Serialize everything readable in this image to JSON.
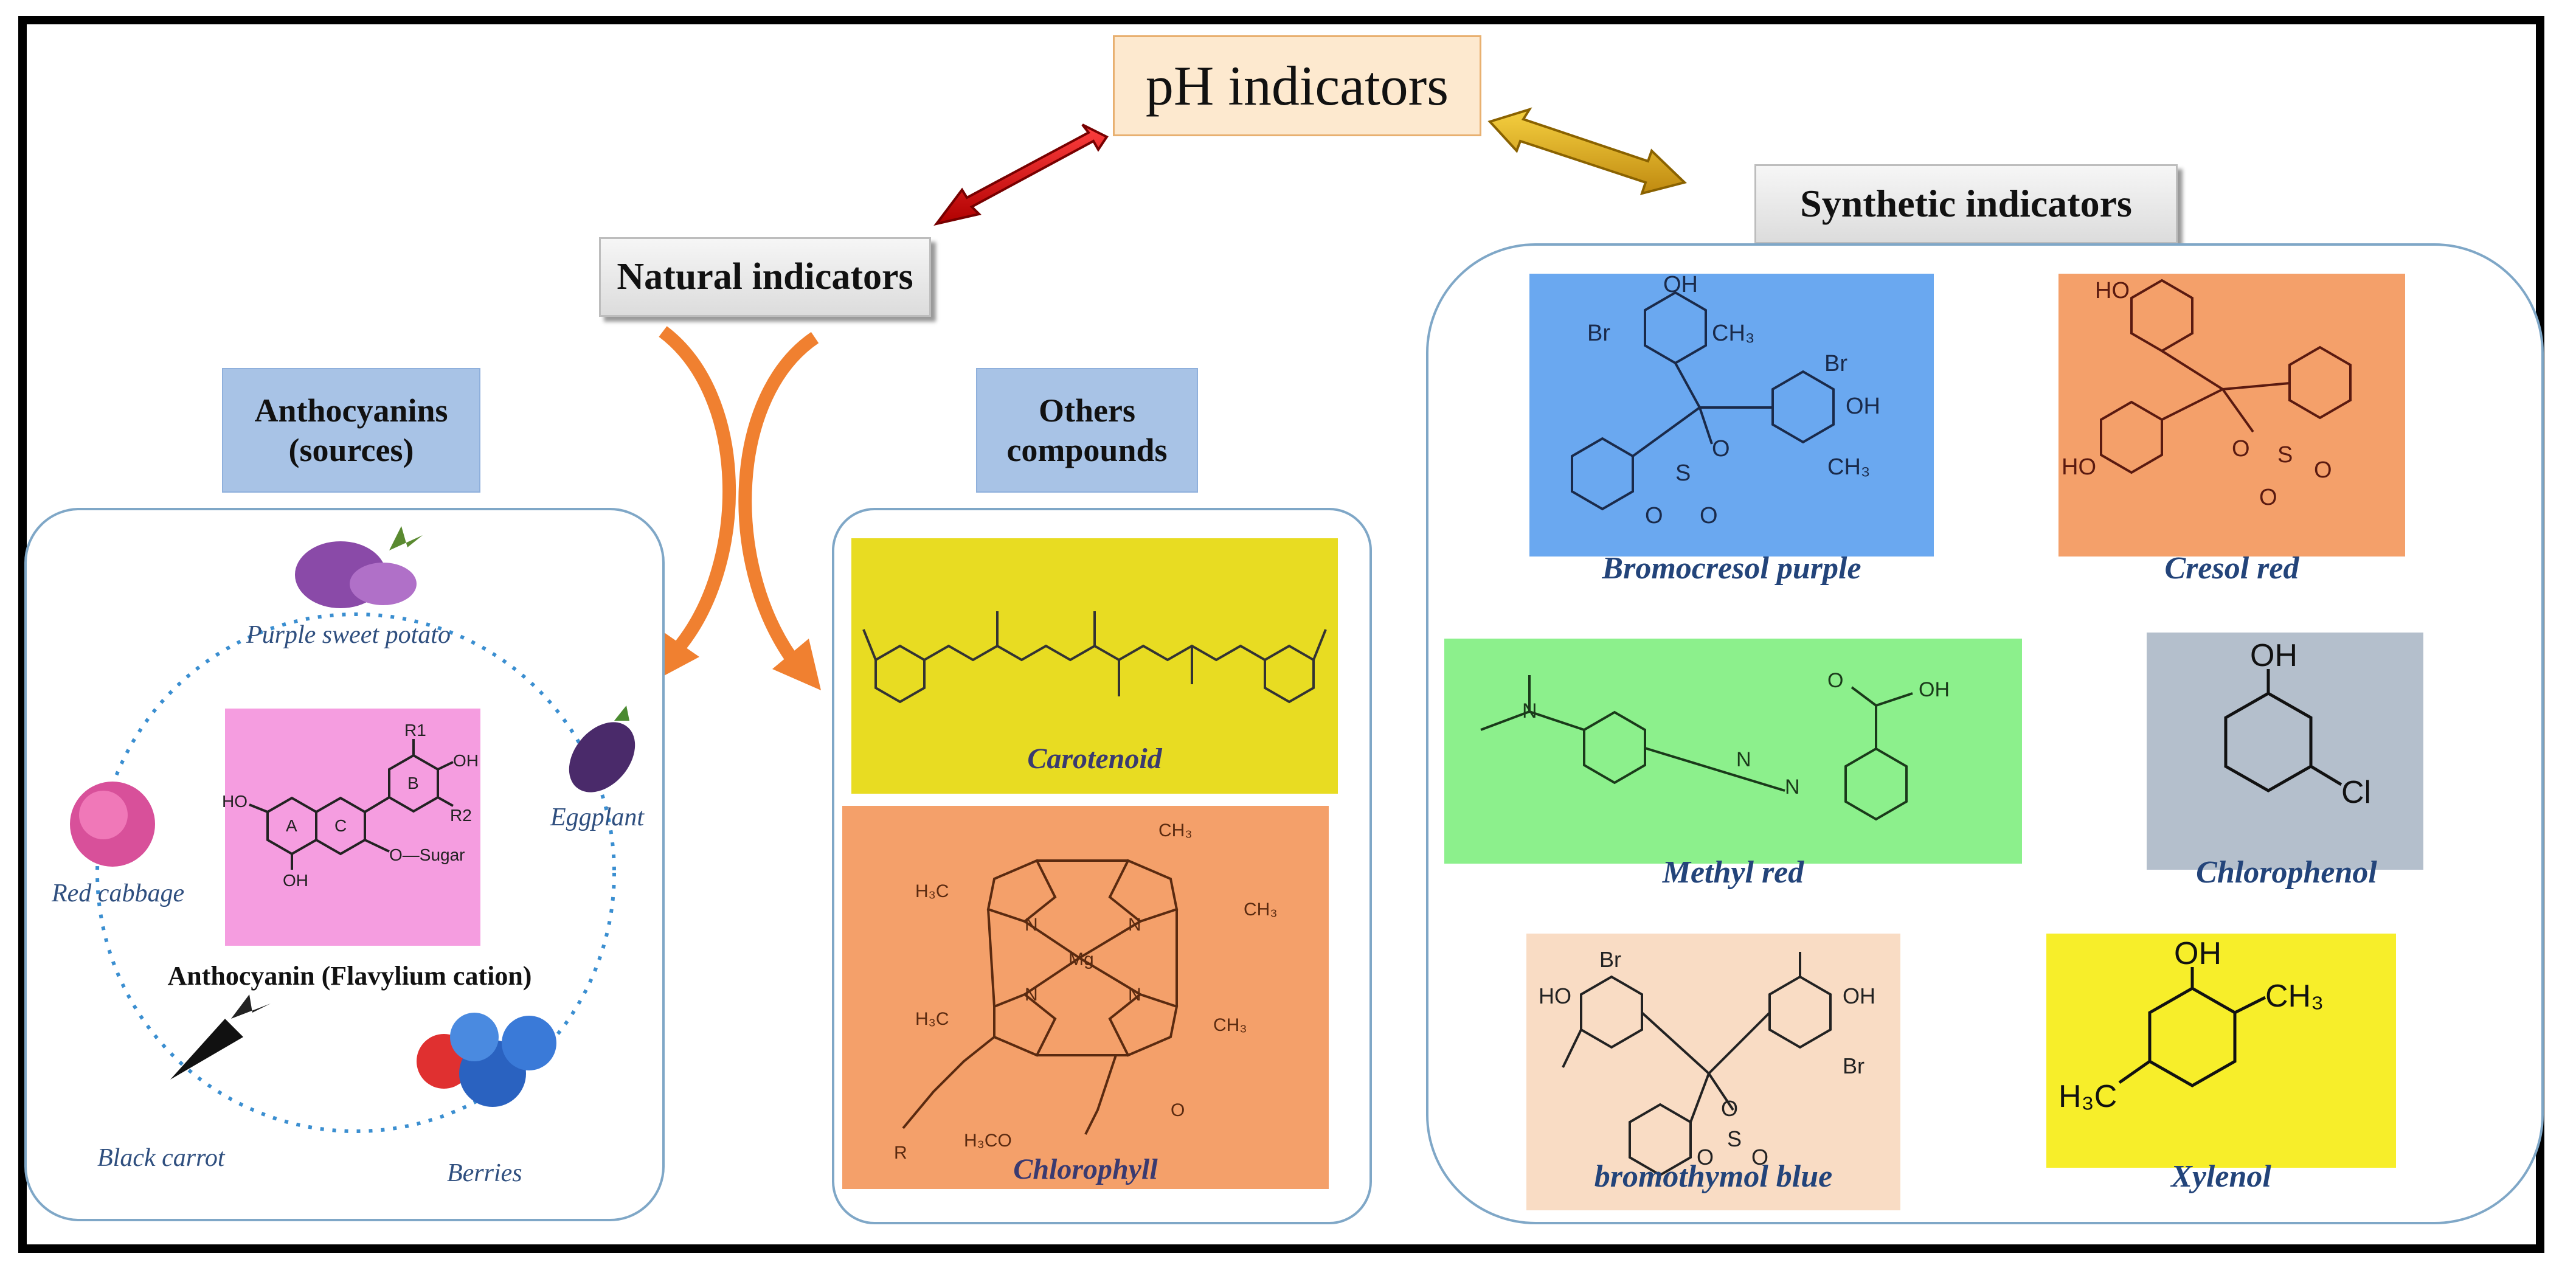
{
  "title": "pH indicators",
  "natural": {
    "label": "Natural indicators",
    "anthocyanins": {
      "label": "Anthocyanins (sources)",
      "molecule_caption": "Anthocyanin (Flavylium cation)",
      "ring_labels": [
        "A",
        "C",
        "B"
      ],
      "substituents": [
        "R1",
        "R2",
        "OH",
        "HO",
        "OH",
        "O—Sugar"
      ],
      "sources": [
        "Purple sweet potato",
        "Eggplant",
        "Berries",
        "Black carrot",
        "Red cabbage"
      ]
    },
    "others": {
      "label": "Others compounds",
      "compounds": [
        "Carotenoid",
        "Chlorophyll"
      ],
      "chlorophyll_atoms": [
        "Mg",
        "N",
        "N",
        "N",
        "N",
        "H₃C",
        "CH₃",
        "CH₃",
        "H₃C",
        "CH₃",
        "H₃CO",
        "O",
        "R"
      ]
    }
  },
  "synthetic": {
    "label": "Synthetic indicators",
    "indicators": [
      {
        "name": "Bromocresol purple",
        "color": "#6aa8f0",
        "atoms": [
          "OH",
          "Br",
          "CH₃",
          "Br",
          "OH",
          "CH₃",
          "O",
          "S",
          "O",
          "O"
        ]
      },
      {
        "name": "Cresol red",
        "color": "#f4a06a",
        "atoms": [
          "HO",
          "HO",
          "O",
          "S",
          "O",
          "O"
        ]
      },
      {
        "name": "Methyl red",
        "color": "#8cf08c",
        "atoms": [
          "N",
          "N",
          "N",
          "O",
          "OH"
        ]
      },
      {
        "name": "Chlorophenol",
        "color": "#b4bfcc",
        "atoms": [
          "OH",
          "Cl"
        ]
      },
      {
        "name": "bromothymol blue",
        "color": "#f9dcc4",
        "atoms": [
          "Br",
          "HO",
          "OH",
          "Br",
          "O",
          "S",
          "O",
          "O"
        ]
      },
      {
        "name": "Xylenol",
        "color": "#f7ee2a",
        "atoms": [
          "OH",
          "CH₃",
          "H₃C"
        ]
      }
    ]
  },
  "colors": {
    "anthocyanin_bg": "#f59de0",
    "carotenoid_bg": "#e8dc22",
    "chlorophyll_bg": "#f4a06a",
    "red_arrow": "#e01818",
    "gold_arrow": "#e0b020",
    "orange_arrow": "#f08030"
  }
}
